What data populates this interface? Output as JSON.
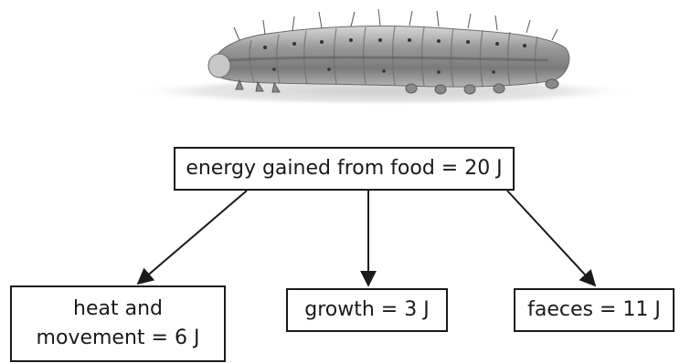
{
  "diagram": {
    "source_box": {
      "label": "energy gained from food = 20 J"
    },
    "outputs": [
      {
        "line1": "heat and",
        "line2": "movement = 6 J"
      },
      {
        "label": "growth = 3 J"
      },
      {
        "label": "faeces = 11 J"
      }
    ]
  },
  "colors": {
    "ink": "#1a1a1a",
    "background": "#ffffff"
  },
  "illustration": {
    "icon": "caterpillar-icon"
  }
}
